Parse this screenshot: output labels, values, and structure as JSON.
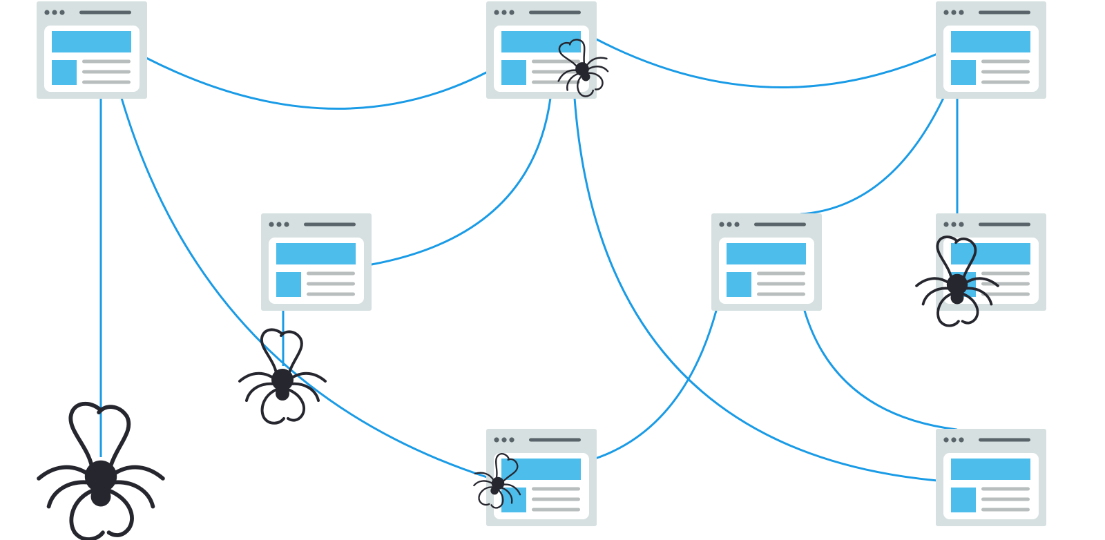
{
  "colors": {
    "background": "#ffffff",
    "link_line": "#1a9be6",
    "window_frame": "#d6e0e0",
    "window_body": "#ffffff",
    "window_dots": "#58636a",
    "window_titlebar": "#58636a",
    "content_accent": "#4dbdeb",
    "content_lines": "#b8bdbd",
    "spider": "#26262f"
  },
  "icons": {
    "page": "web-page-window-icon",
    "crawler": "spider-icon"
  },
  "pages": [
    {
      "id": "p1"
    },
    {
      "id": "p2"
    },
    {
      "id": "p3"
    },
    {
      "id": "p4"
    },
    {
      "id": "p5"
    },
    {
      "id": "p6"
    },
    {
      "id": "p7"
    },
    {
      "id": "p8"
    }
  ],
  "links": [
    {
      "from": "p1",
      "to": "p2"
    },
    {
      "from": "p2",
      "to": "p3"
    },
    {
      "from": "p1",
      "to": "p7"
    },
    {
      "from": "p2",
      "to": "p4"
    },
    {
      "from": "p2",
      "to": "p8"
    },
    {
      "from": "p3",
      "to": "p5"
    },
    {
      "from": "p5",
      "to": "p7"
    },
    {
      "from": "p5",
      "to": "p8"
    }
  ],
  "spiders": [
    {
      "id": "s1",
      "hangs_from": "p1"
    },
    {
      "id": "s2",
      "hangs_from": "p4"
    },
    {
      "id": "s3",
      "hangs_from": "p3"
    },
    {
      "id": "s4",
      "sits_on": "p2"
    },
    {
      "id": "s5",
      "sits_on": "p7"
    }
  ]
}
